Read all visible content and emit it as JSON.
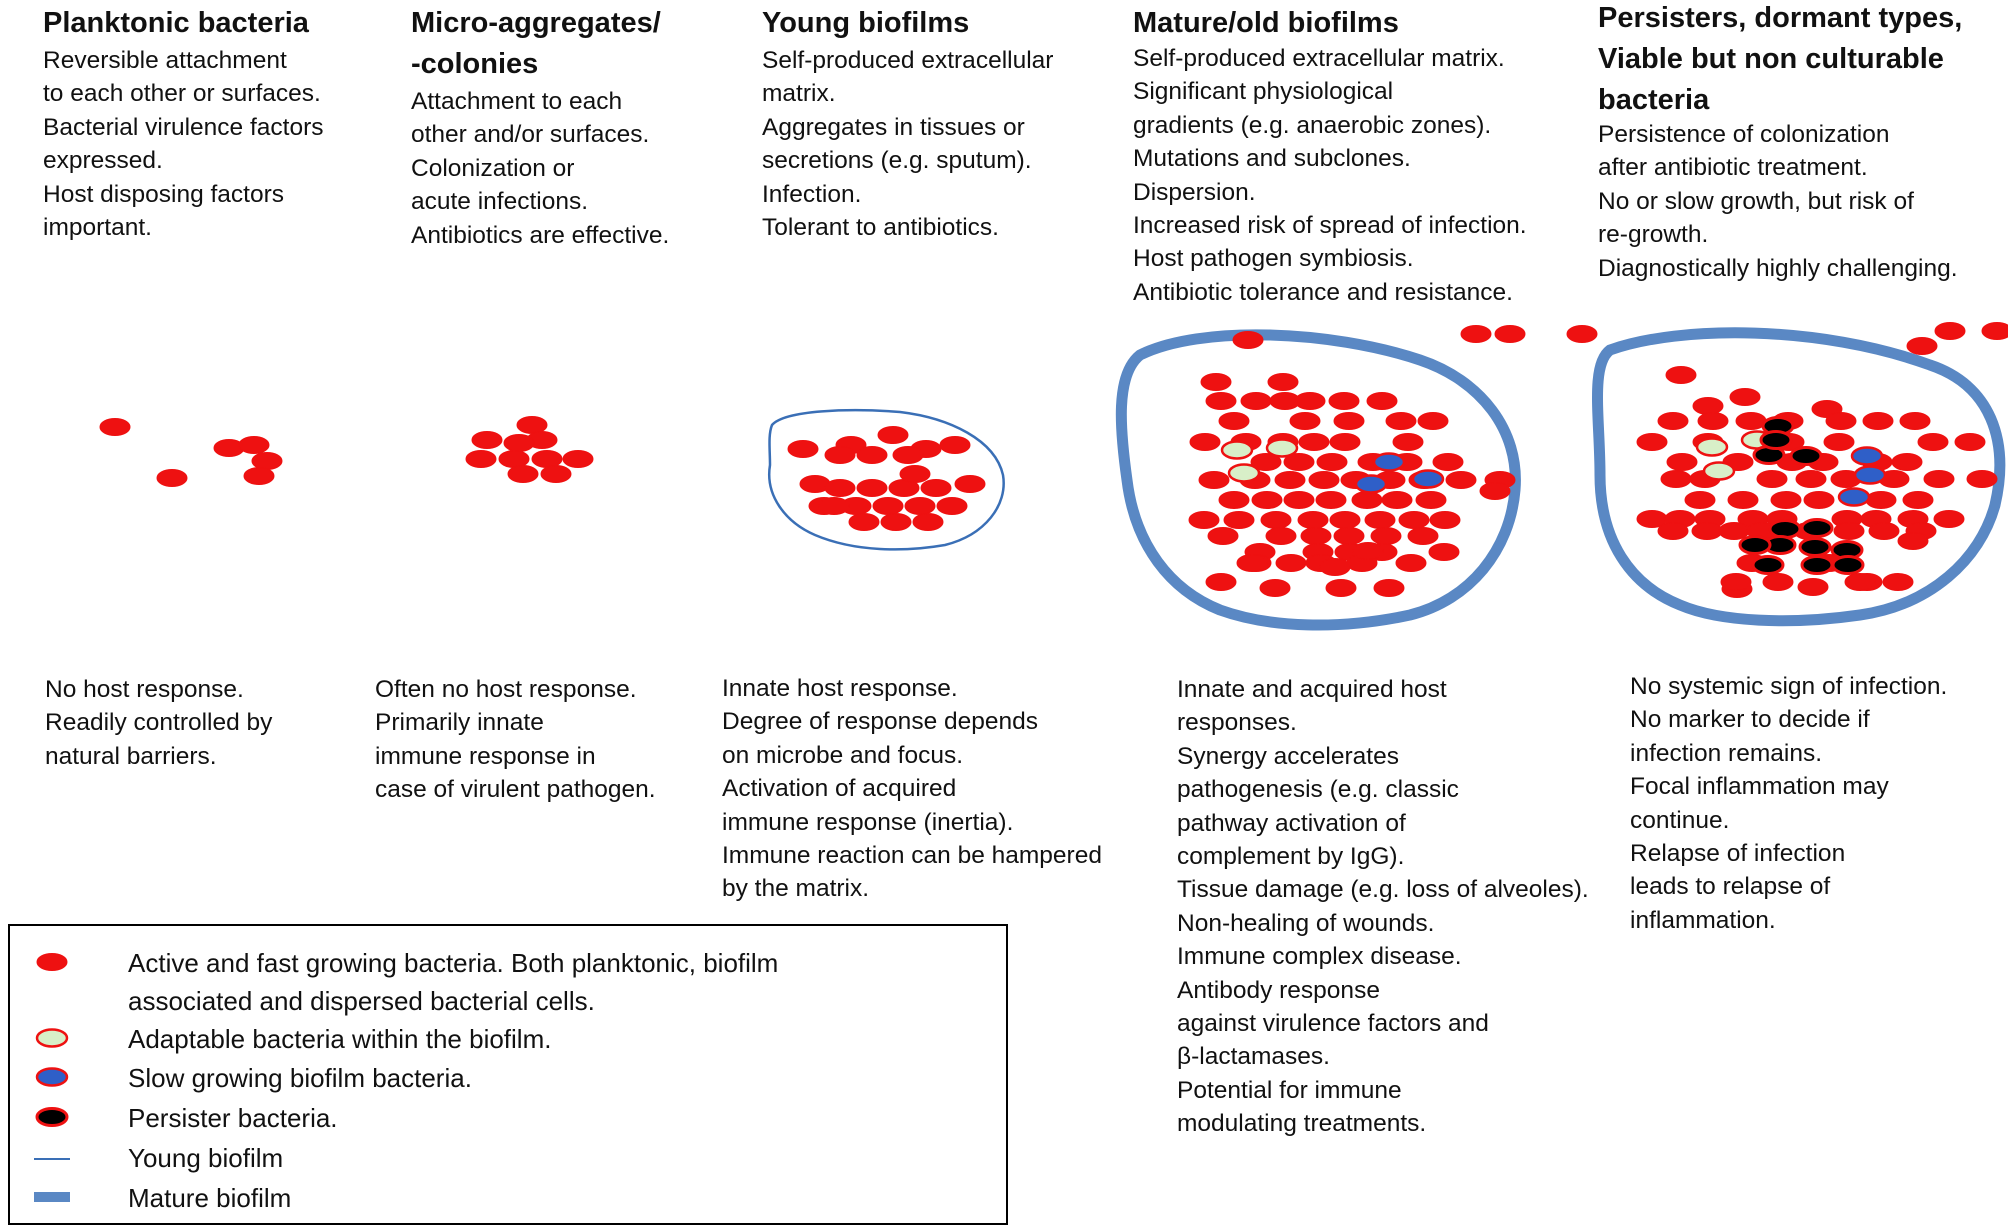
{
  "columns": [
    {
      "id": "planktonic",
      "title": [
        "Planktonic bacteria"
      ],
      "description": [
        "Reversible attachment",
        "to each other or surfaces.",
        "Bacterial virulence factors",
        "expressed.",
        "Host disposing factors",
        "important."
      ],
      "host_response": [
        "No host response.",
        "Readily controlled by",
        "natural barriers."
      ]
    },
    {
      "id": "micro-aggregates",
      "title": [
        "Micro-aggregates/",
        "-colonies"
      ],
      "description": [
        "Attachment to each",
        "other and/or surfaces.",
        "Colonization or",
        "acute infections.",
        "Antibiotics are effective."
      ],
      "host_response": [
        "Often no host response.",
        "Primarily innate",
        "immune response in",
        "case of virulent pathogen."
      ]
    },
    {
      "id": "young-biofilms",
      "title": [
        "Young biofilms"
      ],
      "description": [
        "Self-produced extracellular",
        "matrix.",
        "Aggregates in tissues or",
        "secretions (e.g. sputum).",
        "Infection.",
        "Tolerant to antibiotics."
      ],
      "host_response": [
        "Innate host response.",
        "Degree of response depends",
        "on microbe and focus.",
        "Activation of acquired",
        "immune response (inertia).",
        "Immune reaction can be hampered",
        "by the matrix."
      ]
    },
    {
      "id": "mature-biofilms",
      "title": [
        "Mature/old biofilms"
      ],
      "description": [
        "Self-produced extracellular matrix.",
        "Significant physiological",
        "gradients (e.g. anaerobic zones).",
        "Mutations and subclones.",
        "Dispersion.",
        "Increased risk of spread of infection.",
        "Host pathogen symbiosis.",
        "Antibiotic tolerance and resistance."
      ],
      "host_response": [
        "Innate and acquired host",
        "responses.",
        "Synergy accelerates",
        "pathogenesis (e.g. classic",
        "pathway activation of",
        "complement by IgG).",
        "Tissue damage (e.g. loss of alveoles).",
        "Non-healing of wounds.",
        "Immune complex disease.",
        "Antibody response",
        "against virulence factors and",
        "β-lactamases.",
        "Potential for immune",
        "modulating treatments."
      ]
    },
    {
      "id": "persisters",
      "title": [
        "Persisters, dormant types,",
        "Viable but non culturable",
        "bacteria"
      ],
      "description": [
        "Persistence of colonization",
        "after antibiotic treatment.",
        "No or slow growth, but risk of",
        "re-growth.",
        "Diagnostically highly challenging."
      ],
      "host_response": [
        "No systemic sign of infection.",
        "No marker to decide if",
        "infection remains.",
        "Focal inflammation may",
        "continue.",
        "Relapse of infection",
        "leads to relapse of",
        "inflammation."
      ]
    }
  ],
  "legend": [
    {
      "symbol": "active-bacteria",
      "label": [
        "Active and fast growing bacteria. Both planktonic, biofilm",
        "associated and dispersed bacterial cells."
      ]
    },
    {
      "symbol": "adaptable-bacteria",
      "label": [
        "Adaptable bacteria within the biofilm."
      ]
    },
    {
      "symbol": "slow-growing-bacteria",
      "label": [
        "Slow growing biofilm bacteria."
      ]
    },
    {
      "symbol": "persister-bacteria",
      "label": [
        "Persister bacteria."
      ]
    },
    {
      "symbol": "young-biofilm-line",
      "label": [
        "Young biofilm"
      ]
    },
    {
      "symbol": "mature-biofilm-line",
      "label": [
        "Mature biofilm"
      ]
    }
  ],
  "colors": {
    "active": "#ee1111",
    "adaptable_fill": "#d8efc8",
    "slow_fill": "#2f5fc8",
    "persister_fill": "#000000",
    "young_biofilm": "#3a6fb6",
    "mature_biofilm": "#5a88c4"
  }
}
